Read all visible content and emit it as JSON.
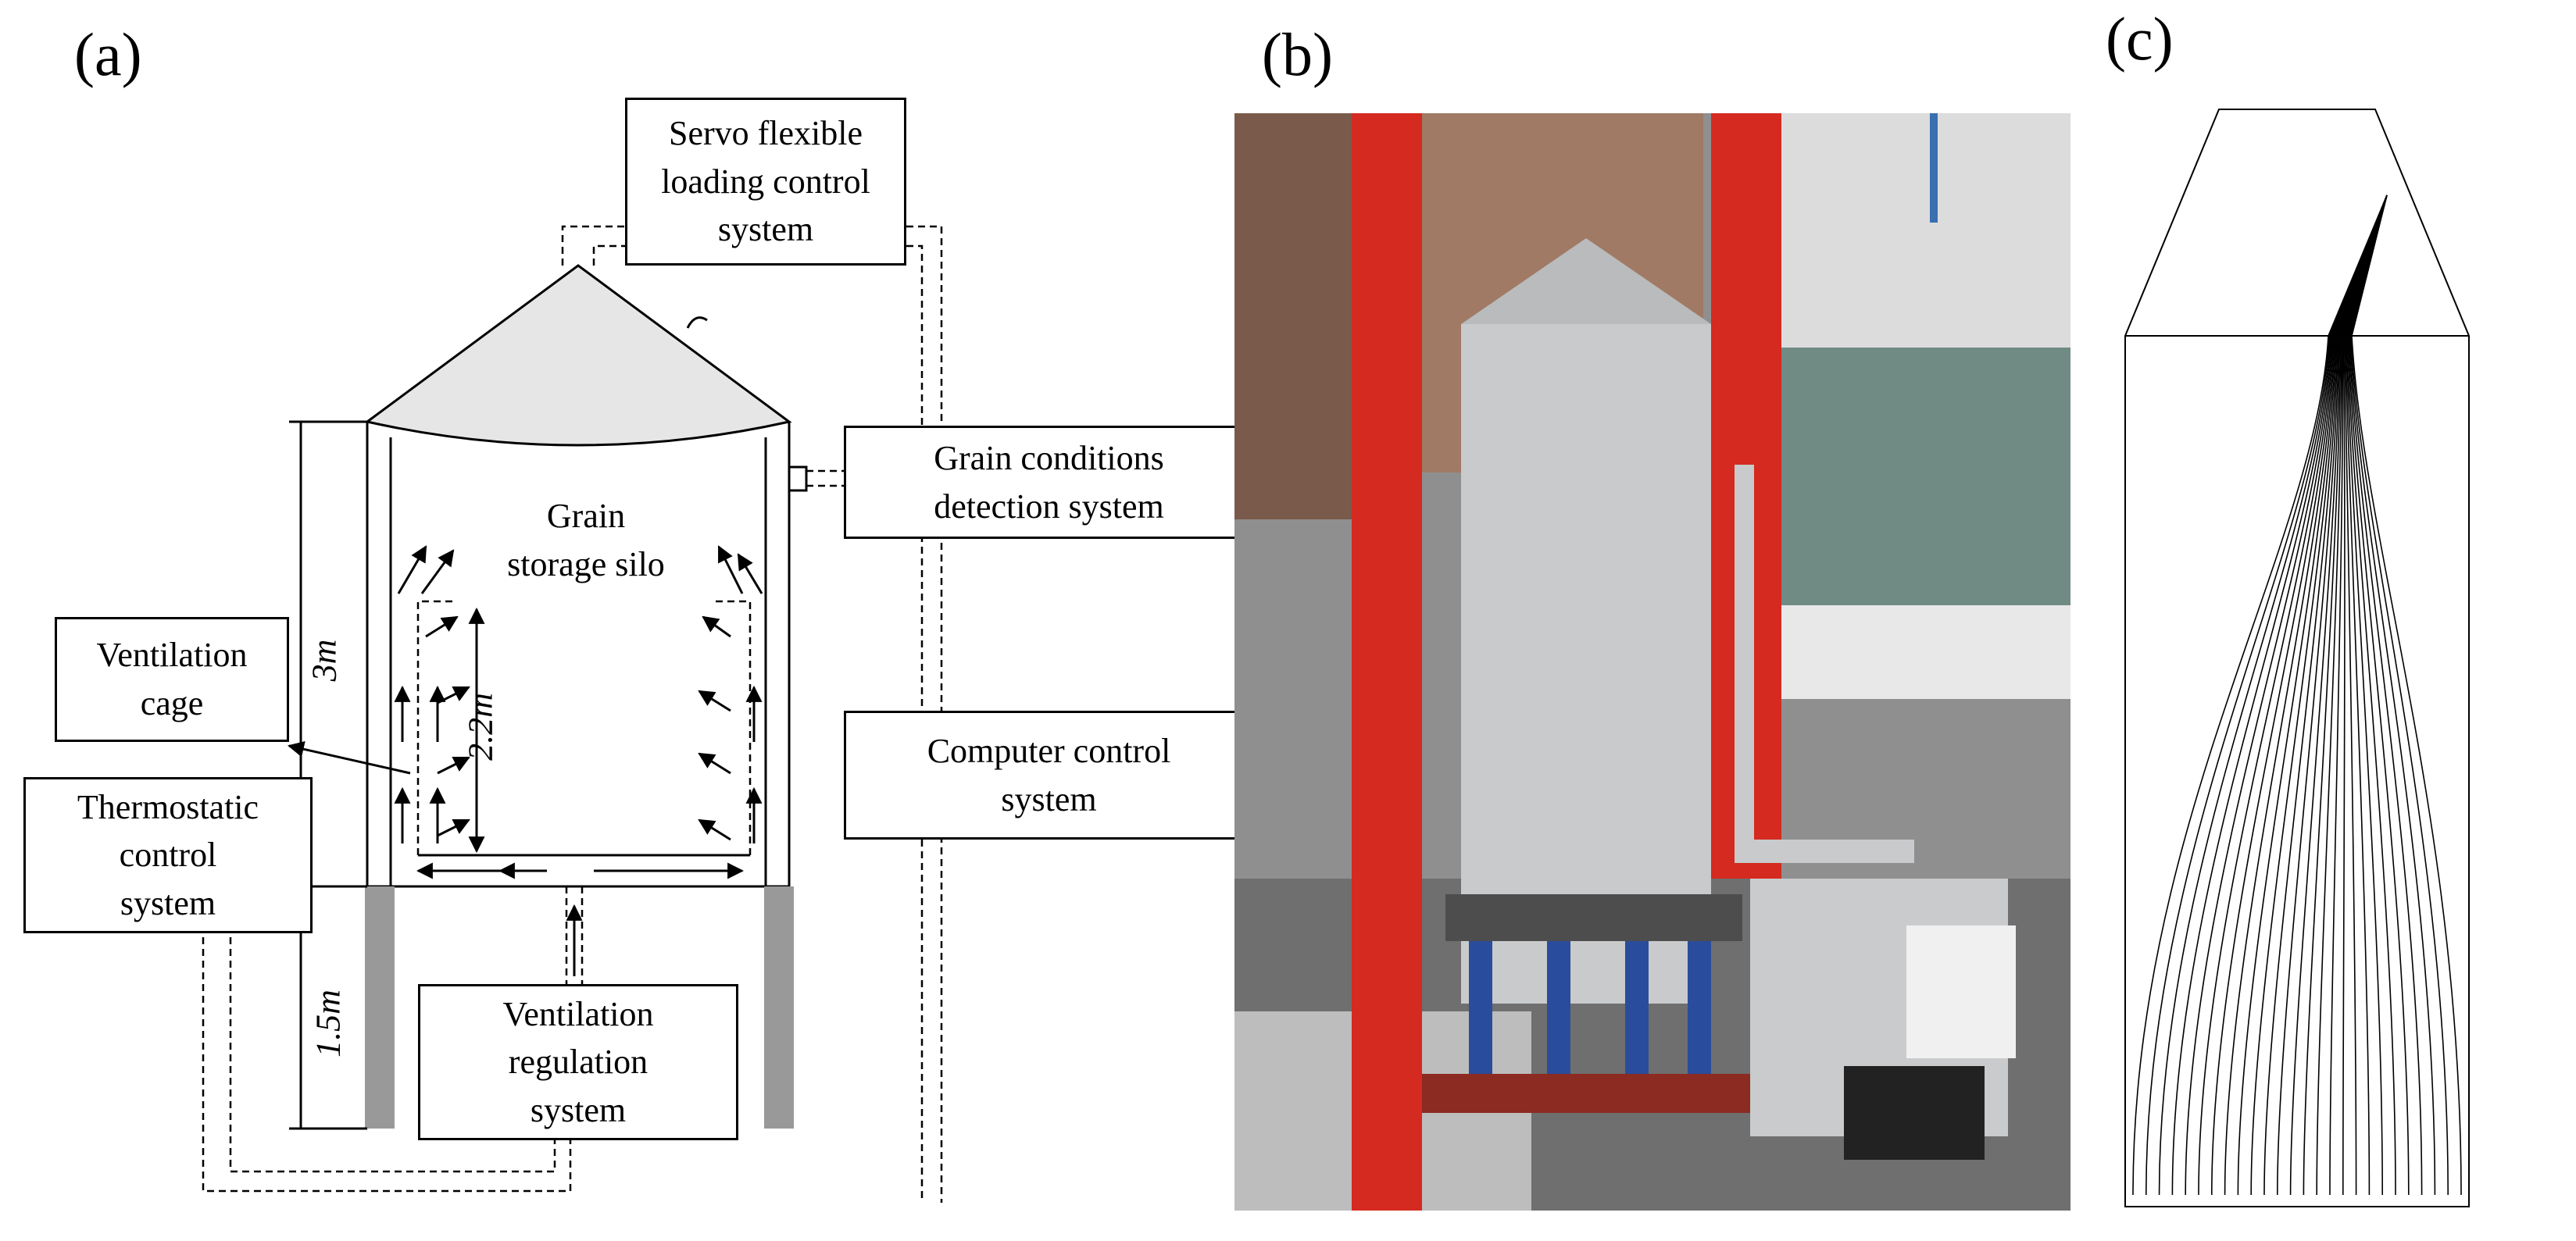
{
  "panels": {
    "a": {
      "label": "(a)",
      "boxes": {
        "servo": "Servo flexible\nloading control\nsystem",
        "grain_detect": "Grain conditions\ndetection system",
        "vent_cage": "Ventilation\ncage",
        "thermo": "Thermostatic\ncontrol\nsystem",
        "computer": "Computer control\nsystem",
        "vent_reg": "Ventilation\nregulation\nsystem"
      },
      "silo_label": "Grain\nstorage silo",
      "dimensions": {
        "h_total": "3m",
        "h_cage": "2.2m",
        "h_leg": "1.5m"
      }
    },
    "b": {
      "label": "(b)"
    },
    "c": {
      "label": "(c)"
    }
  },
  "colors": {
    "roof_fill": "#e6e6e6",
    "leg_fill": "#999999",
    "frame_red": "#d42a1f",
    "foil": "#c8cacc",
    "base_blue": "#2a4c9c"
  }
}
